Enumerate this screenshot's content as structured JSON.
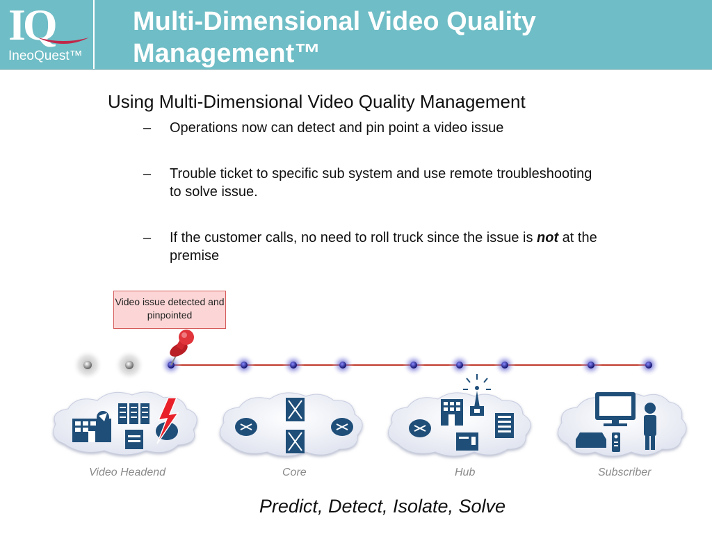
{
  "header": {
    "logo_mark": "IQ",
    "logo_text": "IneoQuest™",
    "title": "Multi-Dimensional Video Quality Management™"
  },
  "content": {
    "main_bullet": "Using Multi-Dimensional Video Quality Management",
    "dash": "–",
    "sub_bullets": [
      "Operations now can detect and pin point a video issue",
      "Trouble ticket to specific sub system and use remote troubleshooting to solve issue."
    ],
    "third_bullet": {
      "before": "If the customer calls, no need to roll truck since the issue is ",
      "emphasis": "not",
      "after": " at the premise"
    }
  },
  "callout": "Video issue detected and pinpointed",
  "segments": [
    "Video Headend",
    "Core",
    "Hub",
    "Subscriber"
  ],
  "tagline": "Predict, Detect, Isolate, Solve",
  "colors": {
    "header_bg": "#6fbdc6",
    "network_icon": "#1f4e79",
    "line": "#c0392b",
    "node": "#2a2aa0",
    "pin": "#d0282e"
  }
}
